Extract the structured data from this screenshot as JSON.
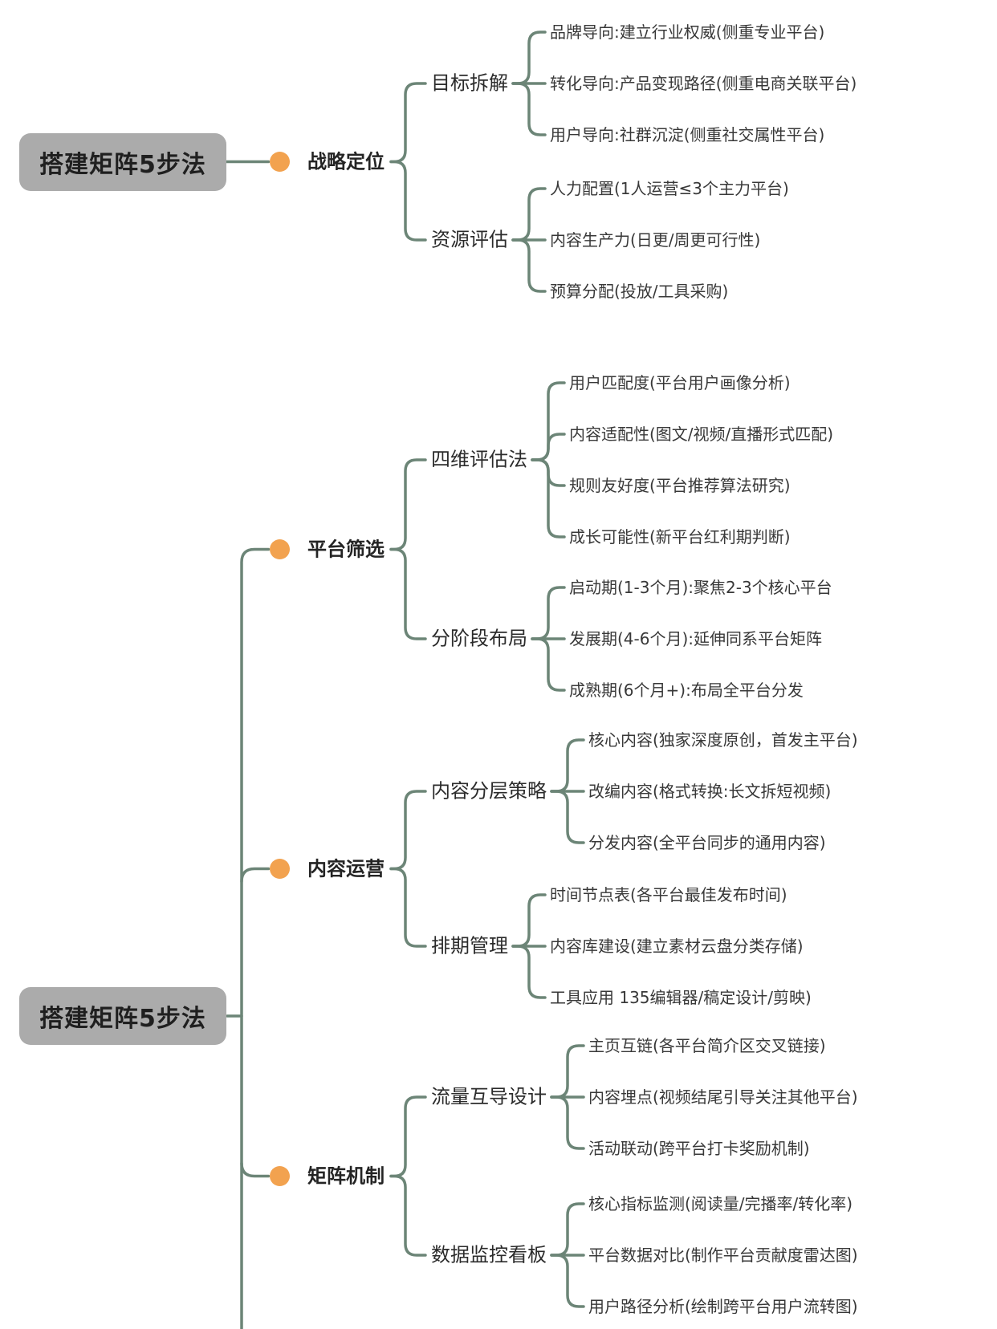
{
  "mindmap": {
    "title": "搭建矩阵5步法",
    "colors": {
      "background": "#FFFFFF",
      "line": "#6C8577",
      "bullet": "#F2A24F",
      "root_bg": "#ABABAB",
      "root_text": "#1F1F1F",
      "branch_text": "#242424",
      "child_text": "#2B2B2B",
      "leaf_text": "#383838"
    },
    "trees": [
      {
        "root": "搭建矩阵5步法",
        "branches": [
          {
            "label": "战略定位",
            "children": [
              {
                "label": "目标拆解",
                "leaves": [
                  "品牌导向:建立行业权威(侧重专业平台)",
                  "转化导向:产品变现路径(侧重电商关联平台)",
                  "用户导向:社群沉淀(侧重社交属性平台)"
                ]
              },
              {
                "label": "资源评估",
                "leaves": [
                  "人力配置(1人运营≤3个主力平台)",
                  "内容生产力(日更/周更可行性)",
                  "预算分配(投放/工具采购)"
                ]
              }
            ]
          }
        ]
      },
      {
        "root": "搭建矩阵5步法",
        "branches": [
          {
            "label": "平台筛选",
            "children": [
              {
                "label": "四维评估法",
                "leaves": [
                  "用户匹配度(平台用户画像分析)",
                  "内容适配性(图文/视频/直播形式匹配)",
                  "规则友好度(平台推荐算法研究)",
                  "成长可能性(新平台红利期判断)"
                ]
              },
              {
                "label": "分阶段布局",
                "leaves": [
                  "启动期(1-3个月):聚焦2-3个核心平台",
                  "发展期(4-6个月):延伸同系平台矩阵",
                  "成熟期(6个月+):布局全平台分发"
                ]
              }
            ]
          },
          {
            "label": "内容运营",
            "children": [
              {
                "label": "内容分层策略",
                "leaves": [
                  "核心内容(独家深度原创，首发主平台)",
                  "改编内容(格式转换:长文拆短视频)",
                  "分发内容(全平台同步的通用内容)"
                ]
              },
              {
                "label": "排期管理",
                "leaves": [
                  "时间节点表(各平台最佳发布时间)",
                  "内容库建设(建立素材云盘分类存储)",
                  "工具应用 135编辑器/稿定设计/剪映)"
                ]
              }
            ]
          },
          {
            "label": "矩阵机制",
            "children": [
              {
                "label": "流量互导设计",
                "leaves": [
                  "主页互链(各平台简介区交叉链接)",
                  "内容埋点(视频结尾引导关注其他平台)",
                  "活动联动(跨平台打卡奖励机制)"
                ]
              },
              {
                "label": "数据监控看板",
                "leaves": [
                  "核心指标监测(阅读量/完播率/转化率)",
                  "平台数据对比(制作平台贡献度雷达图)",
                  "用户路径分析(绘制跨平台用户流转图)"
                ]
              }
            ]
          }
        ]
      }
    ]
  }
}
